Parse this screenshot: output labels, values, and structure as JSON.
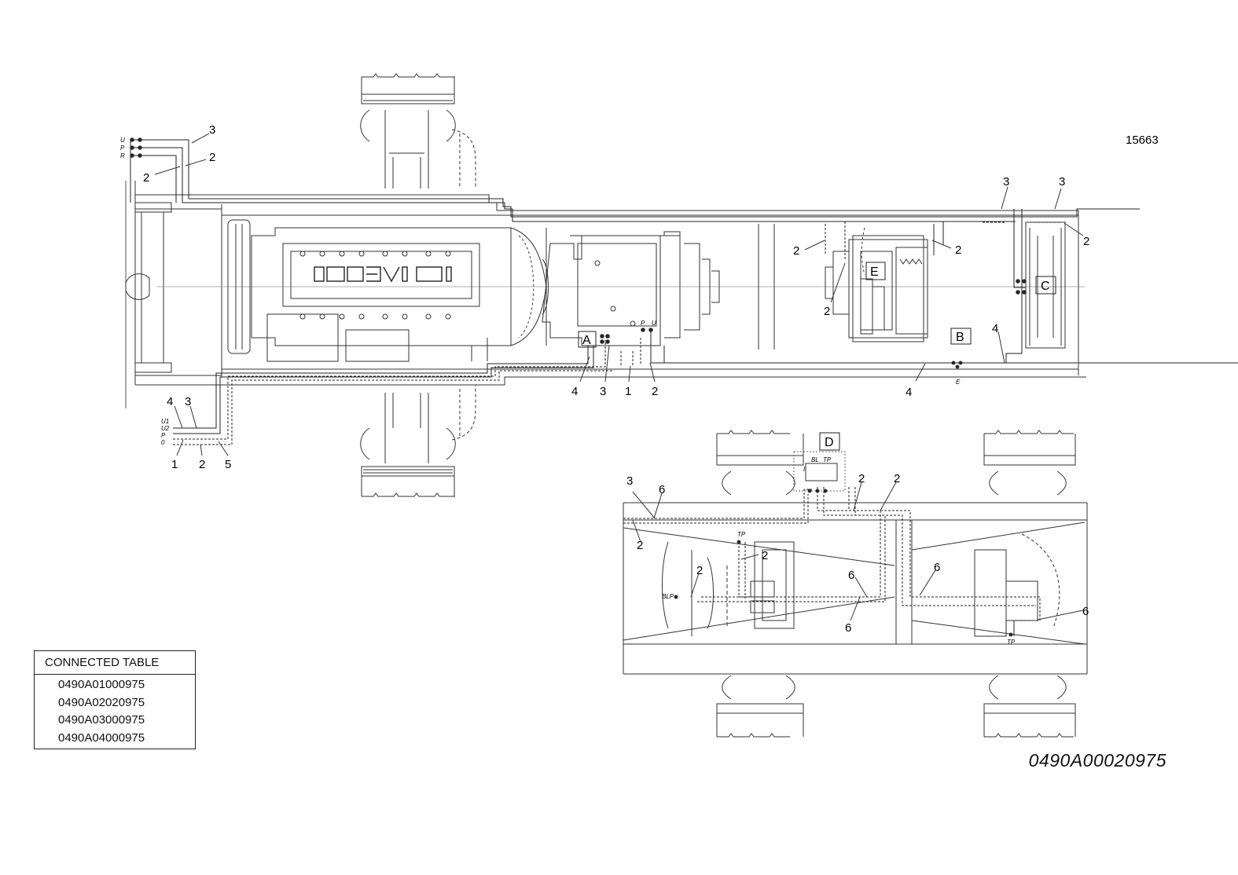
{
  "drawing": {
    "figure_number": "15663",
    "code": "0490A00020975"
  },
  "connected_table": {
    "title": "CONNECTED TABLE",
    "rows": [
      "0490A01000975",
      "0490A02020975",
      "0490A03000975",
      "0490A04000975"
    ]
  },
  "box_labels": {
    "A": "A",
    "B": "B",
    "C": "C",
    "D": "D",
    "E": "E"
  },
  "callouts": [
    {
      "id": "c1",
      "text": "3"
    },
    {
      "id": "c2",
      "text": "2"
    },
    {
      "id": "c3",
      "text": "2"
    },
    {
      "id": "c4",
      "text": "3"
    },
    {
      "id": "c5",
      "text": "3"
    },
    {
      "id": "c6",
      "text": "2"
    },
    {
      "id": "c7",
      "text": "2"
    },
    {
      "id": "c8",
      "text": "2"
    },
    {
      "id": "c9",
      "text": "2"
    },
    {
      "id": "c10",
      "text": "4"
    },
    {
      "id": "c11",
      "text": "4"
    },
    {
      "id": "c12",
      "text": "3"
    },
    {
      "id": "c13",
      "text": "1"
    },
    {
      "id": "c14",
      "text": "2"
    },
    {
      "id": "c15",
      "text": "4"
    },
    {
      "id": "c16",
      "text": "4"
    },
    {
      "id": "c17",
      "text": "3"
    },
    {
      "id": "c18",
      "text": "1"
    },
    {
      "id": "c19",
      "text": "2"
    },
    {
      "id": "c20",
      "text": "5"
    },
    {
      "id": "c21",
      "text": "3"
    },
    {
      "id": "c22",
      "text": "6"
    },
    {
      "id": "c23",
      "text": "2"
    },
    {
      "id": "c24",
      "text": "2"
    },
    {
      "id": "c25",
      "text": "2"
    },
    {
      "id": "c26",
      "text": "2"
    },
    {
      "id": "c27",
      "text": "2"
    },
    {
      "id": "c28",
      "text": "6"
    },
    {
      "id": "c29",
      "text": "6"
    },
    {
      "id": "c30",
      "text": "6"
    },
    {
      "id": "c31",
      "text": "6"
    }
  ],
  "port_labels": {
    "top_left": [
      "U",
      "P",
      "R"
    ],
    "bottom_left": [
      "U1",
      "U2",
      "P",
      "0"
    ],
    "valve_a": [
      "P",
      "U"
    ],
    "e_mark": "E",
    "tp1": "TP",
    "tp2": "TP",
    "blp": "BLP",
    "d_bl": "BL",
    "d_tp": "TP",
    "d_i": "I"
  },
  "logo_text": "IVECO"
}
